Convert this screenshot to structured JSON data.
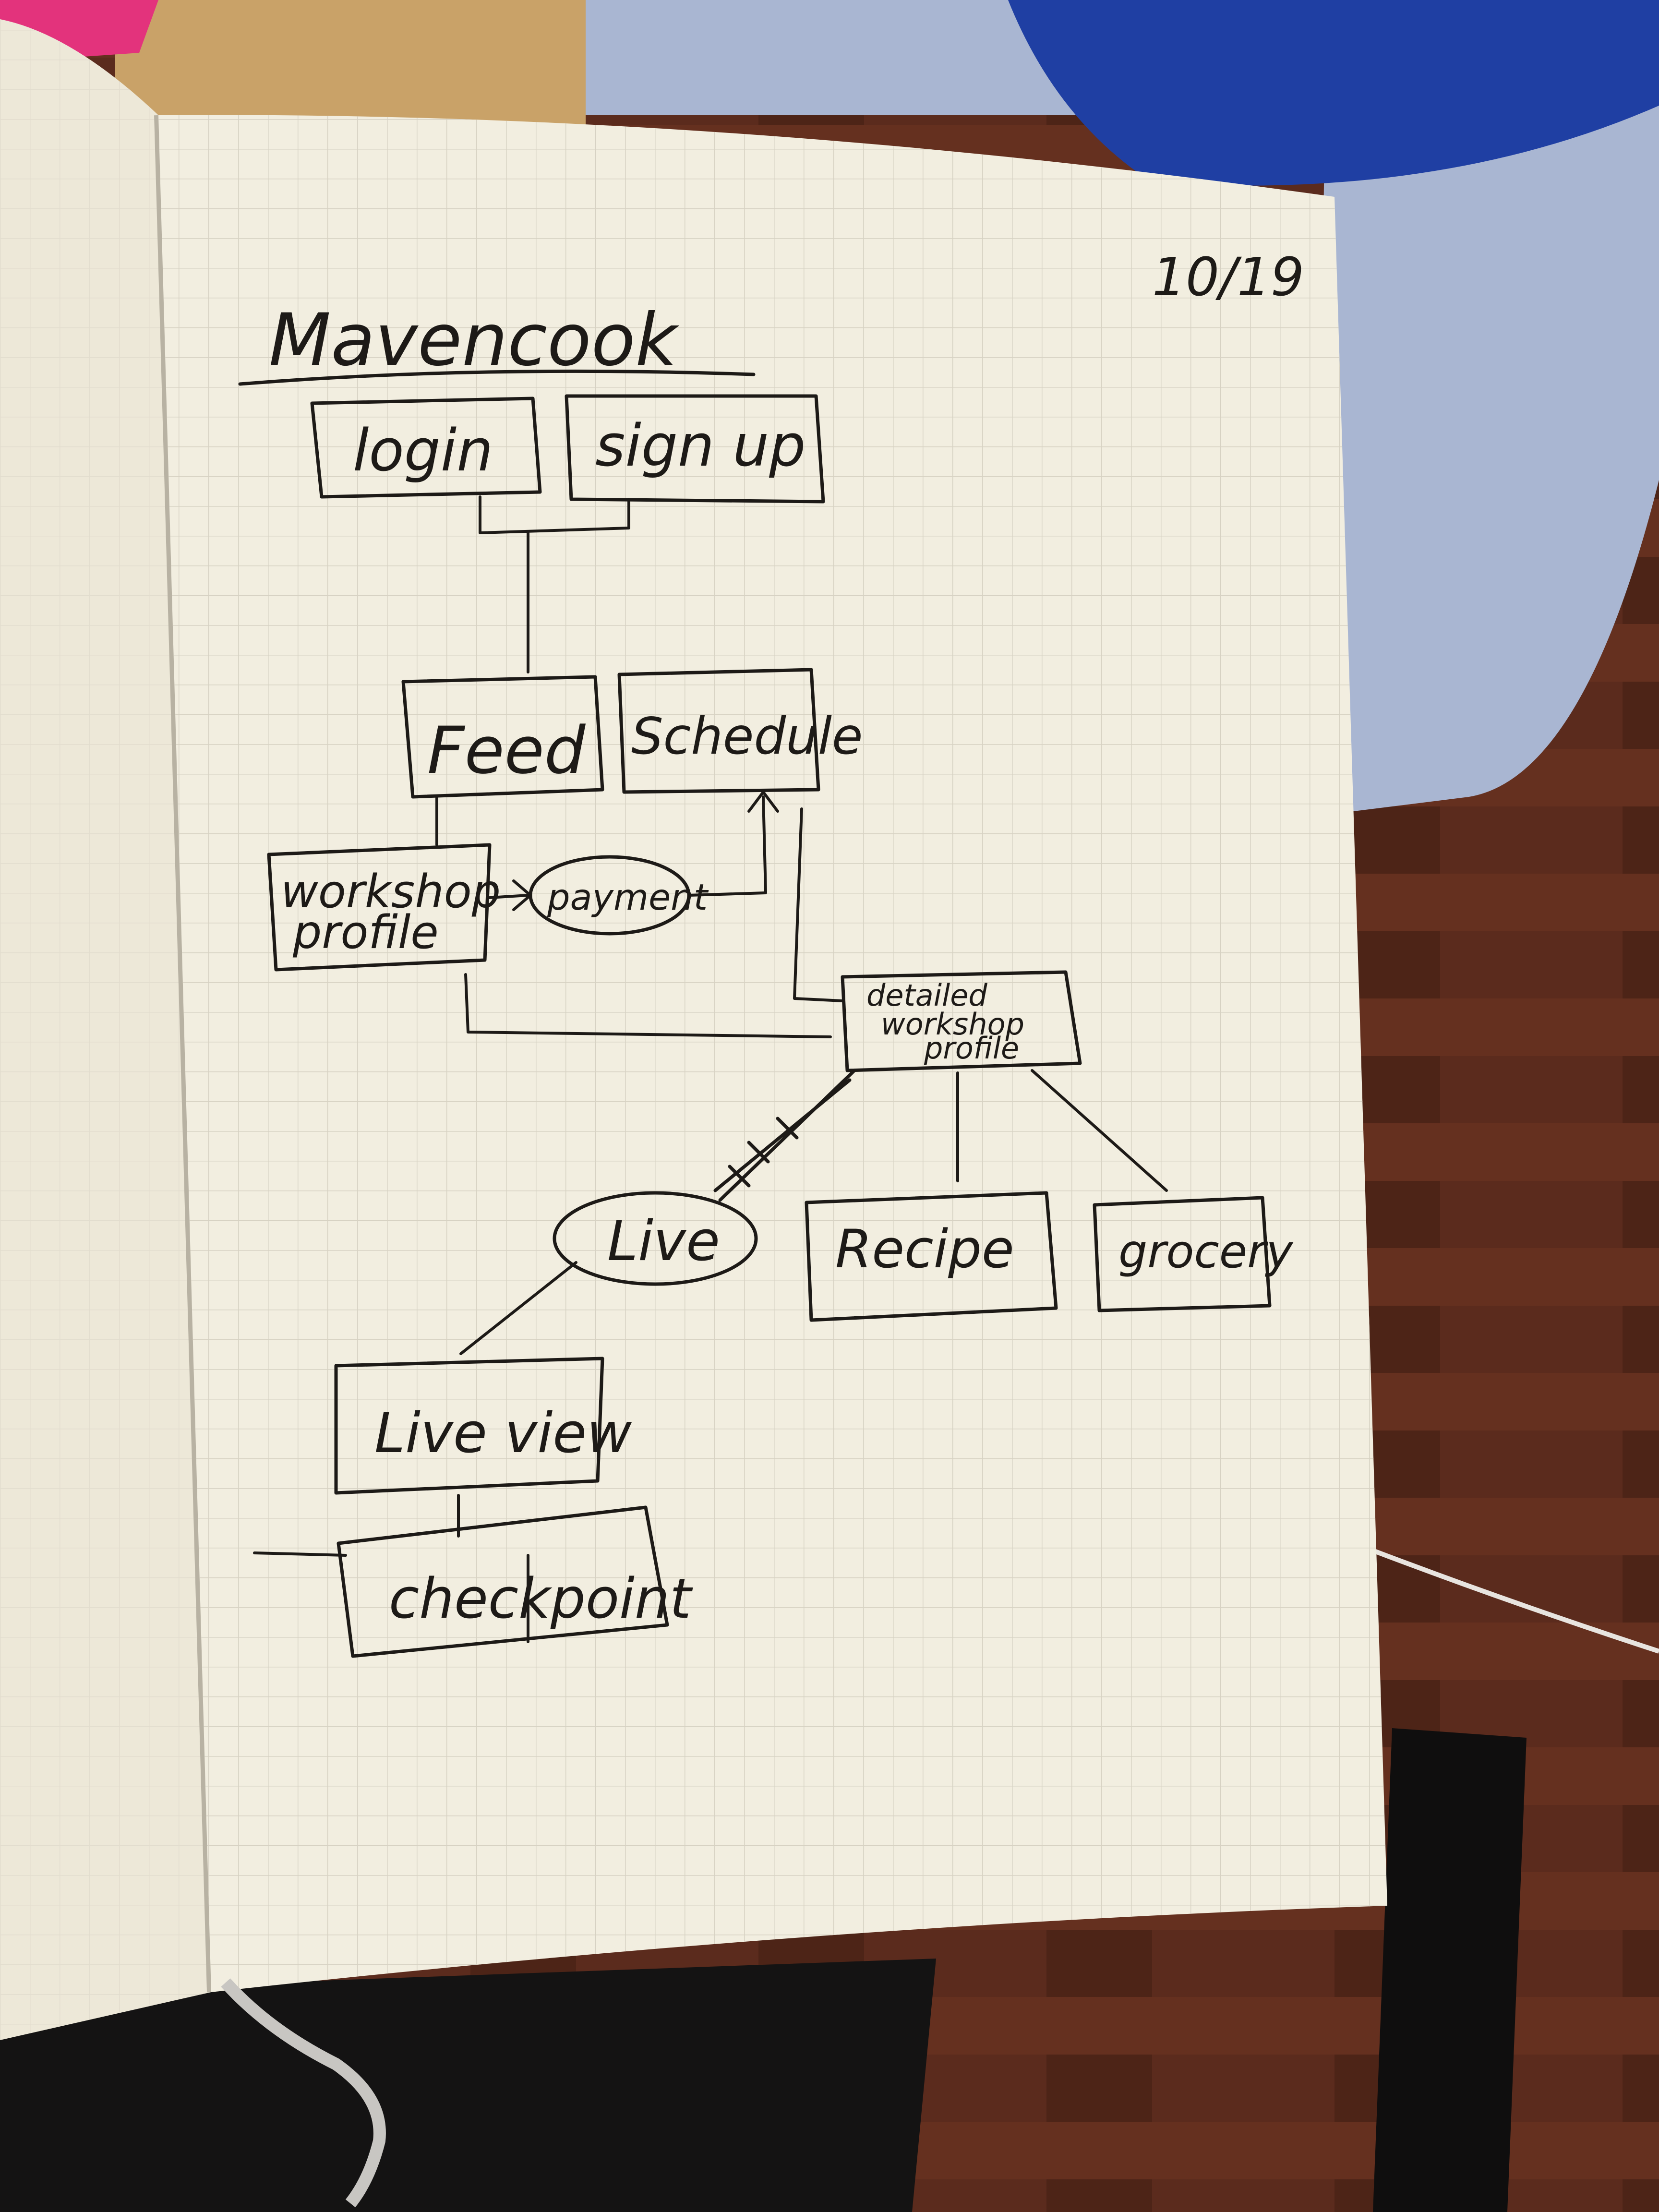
{
  "notebook": {
    "title": "Mavencook",
    "date": "10/19"
  },
  "nodes": {
    "login": "login",
    "signup": "sign up",
    "feed": "Feed",
    "schedule": "Schedule",
    "workshop_profile": [
      "workshop",
      "profile"
    ],
    "payment": "payment",
    "detailed_workshop_profile": [
      "detailed",
      "workshop",
      "profile"
    ],
    "live": "Live",
    "recipe": "Recipe",
    "grocery": "grocery",
    "liveview": "Live view",
    "checkpoint": "checkpoint"
  },
  "colors": {
    "paper": "#f2eee0",
    "grid": "#d7d2c3",
    "ink": "#1d1a17",
    "floor": "#5a2a1c",
    "chair": "#a9b6d2",
    "jacket": "#1f3fa3"
  }
}
